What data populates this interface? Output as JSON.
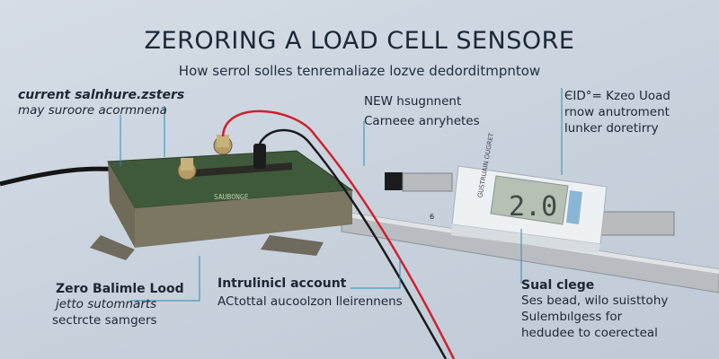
{
  "title": "ZERORING A LOAD CELL SENSORE",
  "subtitle": "How serrol solles tenremaliaze lozve dedorditmpntow",
  "callouts": {
    "top_left": {
      "heading": "current salnhure.zsters",
      "body": "may suroore acormnena"
    },
    "top_center": {
      "heading": "NEW hsugnnent",
      "body": "Carneee anryhetes"
    },
    "top_right": {
      "lines": [
        "ЄID°= Kzeo Uoad",
        "rnow anutroment",
        "lunker doretirry"
      ]
    },
    "bottom_left": {
      "heading": "Zero Balimle Lood",
      "lines": [
        "jetto sutomnarts",
        "sectrcte samgers"
      ]
    },
    "bottom_center": {
      "heading": "Intrulinicl account",
      "body": "ACtottal aucoolzon lleirennens"
    },
    "bottom_right": {
      "heading": "Sual clege",
      "lines": [
        "Ses bead, wilo suisttohy",
        "Sulembılgess for",
        "hedudee to coerecteal"
      ]
    }
  },
  "device": {
    "display_value": "2.0",
    "label": "GUSTRUAIN OUGRET",
    "side_marker": "6"
  },
  "load_cell": {
    "board_text": "SAUBONGE"
  },
  "colors": {
    "background": "#c9d3de",
    "leader_line": "#2a8fb8",
    "pcb": "#3f5a3a",
    "wire_red": "#d0202a"
  }
}
